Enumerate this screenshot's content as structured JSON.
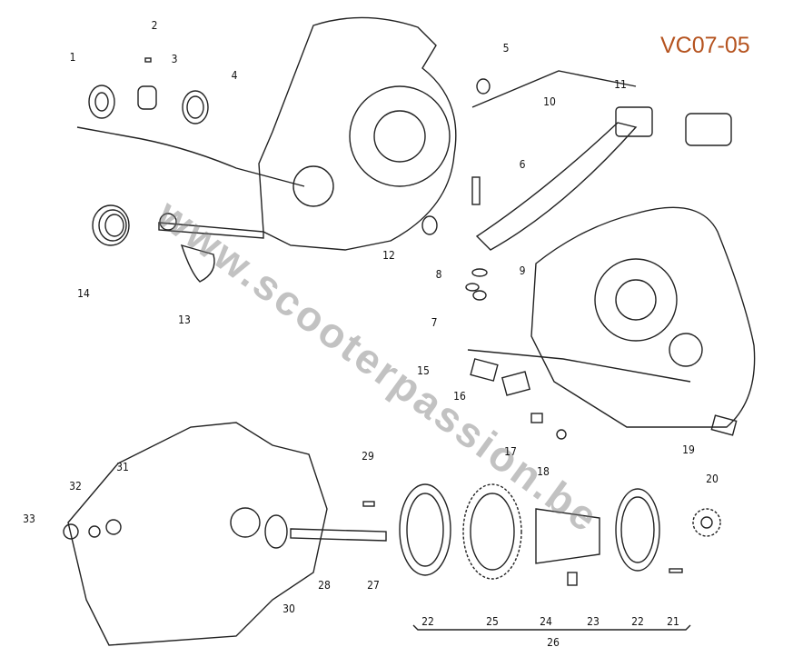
{
  "title": "VC07-05",
  "watermark": "www.scooterpassion.be",
  "labels": [
    "1",
    "2",
    "3",
    "4",
    "5",
    "6",
    "7",
    "8",
    "9",
    "10",
    "11",
    "12",
    "13",
    "14",
    "15",
    "16",
    "17",
    "18",
    "19",
    "20",
    "21",
    "22",
    "22",
    "23",
    "24",
    "25",
    "26",
    "27",
    "28",
    "29",
    "30",
    "31",
    "32",
    "33"
  ]
}
